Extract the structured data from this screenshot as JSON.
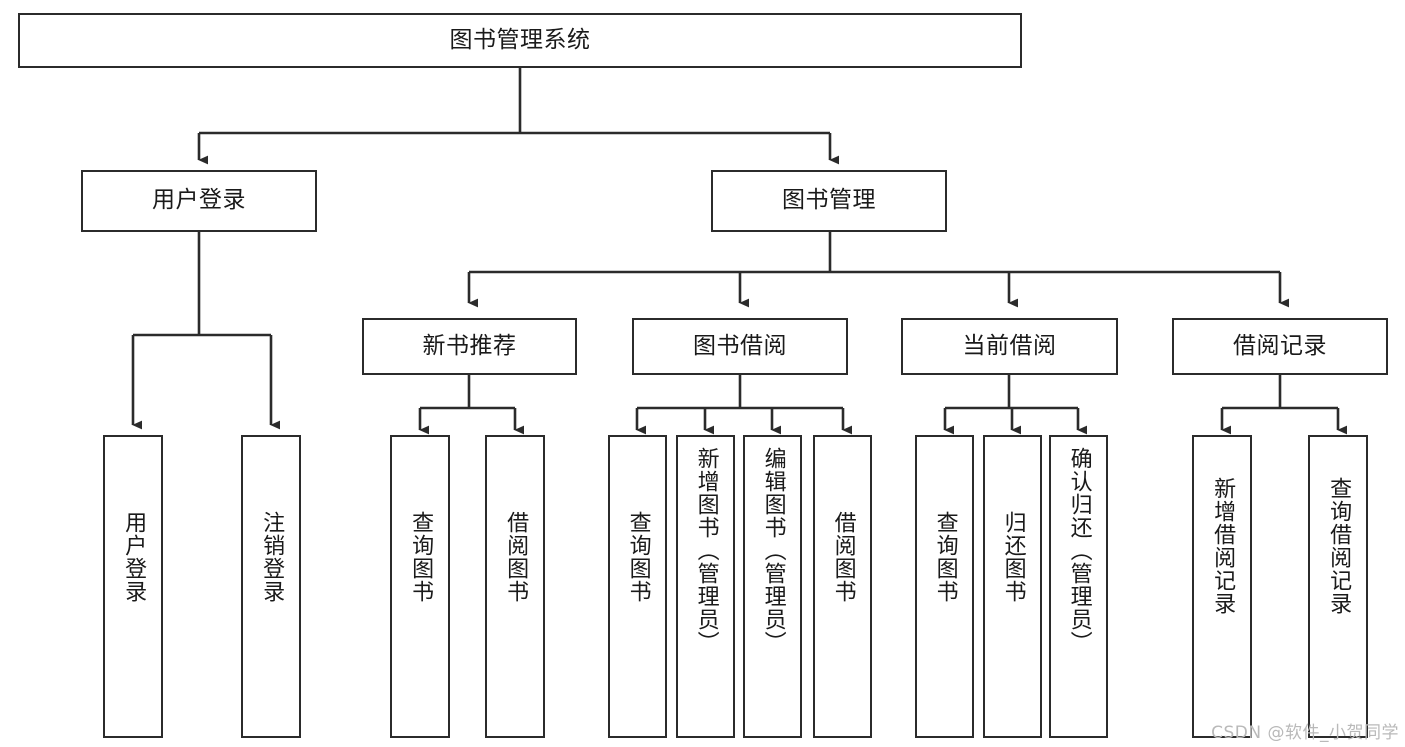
{
  "diagram": {
    "title_node": {
      "label": "图书管理系统"
    },
    "level2": [
      {
        "id": "user-login",
        "label": "用户登录"
      },
      {
        "id": "book-management",
        "label": "图书管理"
      }
    ],
    "level3": [
      {
        "id": "new-book-recommend",
        "label": "新书推荐"
      },
      {
        "id": "book-borrow",
        "label": "图书借阅"
      },
      {
        "id": "current-borrow",
        "label": "当前借阅"
      },
      {
        "id": "borrow-record",
        "label": "借阅记录"
      }
    ],
    "leaves": {
      "user_login": [
        {
          "id": "leaf-user-login",
          "label": "用户登录"
        },
        {
          "id": "leaf-logout-login",
          "label": "注销登录"
        }
      ],
      "new_book_recommend": [
        {
          "id": "leaf-query-book-1",
          "label": "查询图书"
        },
        {
          "id": "leaf-borrow-book-1",
          "label": "借阅图书"
        }
      ],
      "book_borrow": [
        {
          "id": "leaf-query-book-2",
          "label": "查询图书"
        },
        {
          "id": "leaf-add-book",
          "label": "新增图书（管理员）"
        },
        {
          "id": "leaf-edit-book",
          "label": "编辑图书（管理员）"
        },
        {
          "id": "leaf-borrow-book-2",
          "label": "借阅图书"
        }
      ],
      "current_borrow": [
        {
          "id": "leaf-query-book-3",
          "label": "查询图书"
        },
        {
          "id": "leaf-return-book",
          "label": "归还图书"
        },
        {
          "id": "leaf-confirm-return",
          "label": "确认归还（管理员）"
        }
      ],
      "borrow_record": [
        {
          "id": "leaf-add-borrow-record",
          "label": "新增借阅记录"
        },
        {
          "id": "leaf-query-borrow-record",
          "label": "查询借阅记录"
        }
      ]
    }
  },
  "watermark": {
    "text": "CSDN @软件_小贺同学"
  },
  "colors": {
    "stroke": "#2b2b2b",
    "background": "#ffffff",
    "text": "#1a1a1a",
    "watermark": "#b9b9b9"
  }
}
